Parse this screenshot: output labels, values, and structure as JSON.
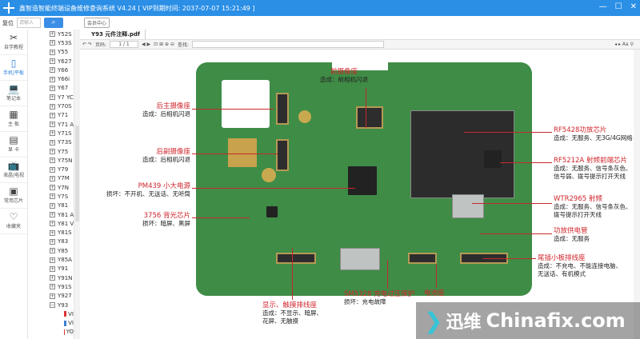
{
  "window": {
    "title": "鑫智造智能终端设备维修查询系统 V4.24 [ VIP到期时间: 2037-07-07 15:21:49 ]",
    "controls": [
      "—",
      "☐",
      "✕"
    ]
  },
  "toolbar": {
    "reset": "复位",
    "dropdown_placeholder": "请输入",
    "search_icon": "search-icon",
    "member_center": "会员中心"
  },
  "nav": [
    {
      "label": "自学教程",
      "icon": "tools-icon"
    },
    {
      "label": "手机|平板",
      "icon": "phone-tablet-icon",
      "active": true
    },
    {
      "label": "笔记本",
      "icon": "laptop-icon"
    },
    {
      "label": "主 板",
      "icon": "motherboard-icon"
    },
    {
      "label": "显 卡",
      "icon": "gpu-icon"
    },
    {
      "label": "液晶|电视",
      "icon": "tv-icon"
    },
    {
      "label": "常用芯片",
      "icon": "chip-icon"
    },
    {
      "label": "收藏夹",
      "icon": "favorites-icon"
    }
  ],
  "tree": [
    "Y52S",
    "Y53S",
    "Y55",
    "Y627",
    "Y66",
    "Y66i",
    "Y67",
    "Y7 YC",
    "Y70S",
    "Y71",
    "Y71 A",
    "Y71S",
    "Y73S",
    "Y75",
    "Y75N",
    "Y79",
    "Y7M",
    "Y7N",
    "Y7S",
    "Y81",
    "Y81 A",
    "Y81 V",
    "Y81S",
    "Y83",
    "Y85",
    "Y85A",
    "Y91",
    "Y91N",
    "Y91S",
    "Y927",
    "Y93"
  ],
  "tree_children": [
    "VI",
    "VI",
    "YO"
  ],
  "tab": {
    "label": "Y93 元件注释.pdf"
  },
  "pdf_toolbar": {
    "page_label": "页码:",
    "page_value": "1 / 1",
    "find_label": "查找:"
  },
  "annotations": [
    {
      "title": "前摄像座",
      "desc": "造成：前相机闪退"
    },
    {
      "title": "后主摄像座",
      "desc": "造成：后相机闪退"
    },
    {
      "title": "后副摄像座",
      "desc": "造成：后相机闪退"
    },
    {
      "title": "PM439 小大电源",
      "desc": "损坏：不开机、无送话、无听筒"
    },
    {
      "title": "3756 背光芯片",
      "desc": "损坏：暗屏、黑屏"
    },
    {
      "title": "RF5428功放芯片",
      "desc": "造成：无服务、无3G/4G网络"
    },
    {
      "title": "RF5212A 射频前端芯片",
      "desc": "造成：无服务、信号条灰色、",
      "desc2": "信号弱、拨号提示打开天线"
    },
    {
      "title": "WTR2965 射频",
      "desc": "造成：无服务、信号条灰色、",
      "desc2": "拨号提示打开天线"
    },
    {
      "title": "功放供电管",
      "desc": "造成：无服务"
    },
    {
      "title": "显示、触摸排线座",
      "desc": "造成：不显示、暗屏、",
      "desc2": "花屏、无触摸"
    },
    {
      "title": "SM5328 充电过压保护",
      "desc": "损坏：充电故障"
    },
    {
      "title": "电池座"
    },
    {
      "title": "尾插小板排线座",
      "desc": "造成：不充电、不能连接电脑、",
      "desc2": "无送话、有机模式"
    }
  ],
  "watermark": {
    "arrow": "❯",
    "cn": "迅维",
    "en": "Chinafix.com"
  },
  "colors": {
    "titlebar": "#2b8fe6",
    "annotation_title": "#d0262c",
    "pcb": "#3f8c46"
  }
}
